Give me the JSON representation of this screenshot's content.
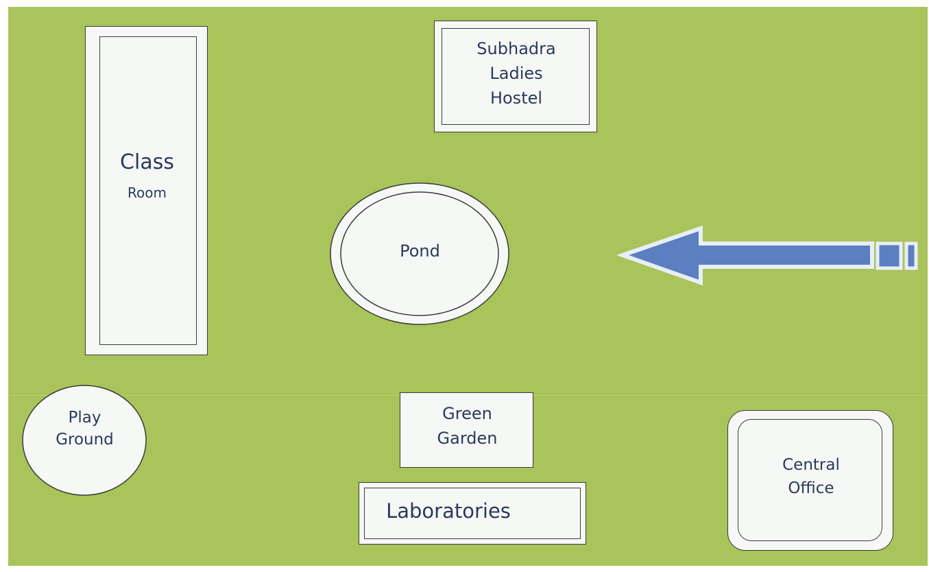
{
  "map": {
    "background_color": "#a8c45a",
    "arrow_color": "#5b7fc0",
    "buildings": {
      "class_room": {
        "line1": "Class",
        "line2": "Room"
      },
      "hostel": {
        "line1": "Subhadra",
        "line2": "Ladies",
        "line3": "Hostel"
      },
      "pond": {
        "label": "Pond"
      },
      "play_ground": {
        "line1": "Play",
        "line2": "Ground"
      },
      "green_garden": {
        "line1": "Green",
        "line2": "Garden"
      },
      "laboratories": {
        "label": "Laboratories"
      },
      "central_office": {
        "line1": "Central",
        "line2": "Office"
      }
    },
    "arrow_icon": "left-arrow-icon"
  }
}
